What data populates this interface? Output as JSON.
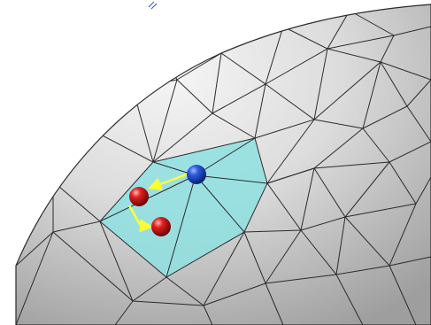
{
  "figure": {
    "background": "#ffffff",
    "surface_color": "#cfcfcf",
    "surface_highlight": "#eeeeee",
    "surface_shadow": "#9a9a9a",
    "edge_color": "#2b2b2b",
    "highlight_region_color": "#8fe0e2",
    "blue_particle_color": "#1f4fd6",
    "red_particle_color": "#d81818",
    "arrow_color": "#ffff33",
    "particles": [
      {
        "name": "blue-particle",
        "color": "blue"
      },
      {
        "name": "red-particle-1",
        "color": "red"
      },
      {
        "name": "red-particle-2",
        "color": "red"
      }
    ],
    "arrows": [
      {
        "name": "arrow-blue-to-red",
        "from": "blue-particle",
        "to": "red-particle-1"
      },
      {
        "name": "arrow-red-to-red",
        "from": "red-particle-1",
        "to": "red-particle-2"
      }
    ]
  }
}
